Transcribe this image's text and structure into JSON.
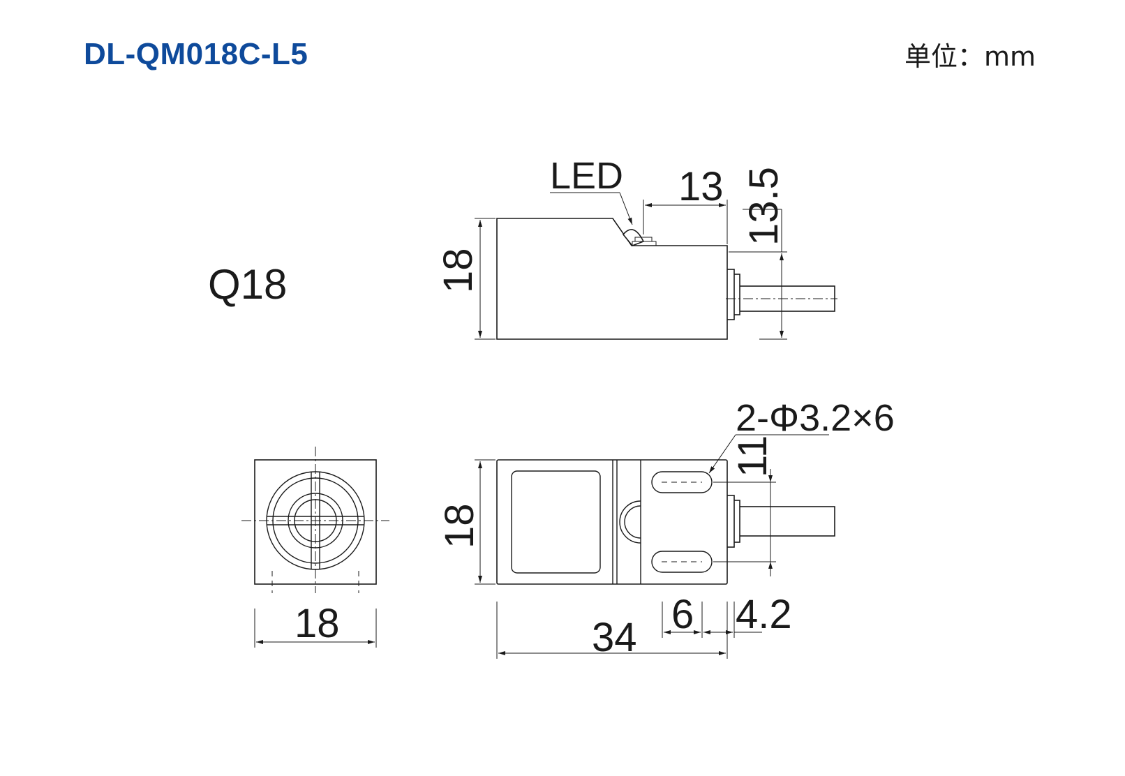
{
  "title": "DL-QM018C-L5",
  "unit_label": "单位：mm",
  "model_label": "Q18",
  "callouts": {
    "led": "LED",
    "slot_spec": "2-Φ3.2×6"
  },
  "side_view": {
    "height": "18",
    "led_to_back": "13",
    "cable_height": "13.5"
  },
  "top_view": {
    "height": "18",
    "slot_spacing": "11",
    "length": "34",
    "slot_length": "6",
    "slot_to_back": "4.2"
  },
  "front_view": {
    "width": "18"
  },
  "colors": {
    "title": "#0e4a9b",
    "line": "#1a1a1a"
  }
}
